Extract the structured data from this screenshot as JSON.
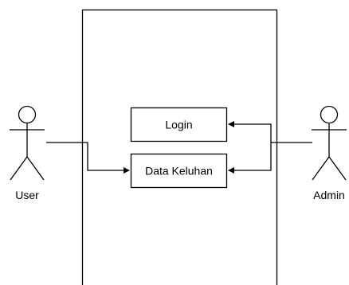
{
  "diagram": {
    "actors": {
      "user": {
        "label": "User"
      },
      "admin": {
        "label": "Admin"
      }
    },
    "use_cases": {
      "login": {
        "label": "Login"
      },
      "data_keluhan": {
        "label": "Data Keluhan"
      }
    },
    "relations": [
      {
        "from": "User",
        "to": "Data Keluhan"
      },
      {
        "from": "Admin",
        "to": "Login"
      },
      {
        "from": "Admin",
        "to": "Data Keluhan"
      }
    ]
  }
}
